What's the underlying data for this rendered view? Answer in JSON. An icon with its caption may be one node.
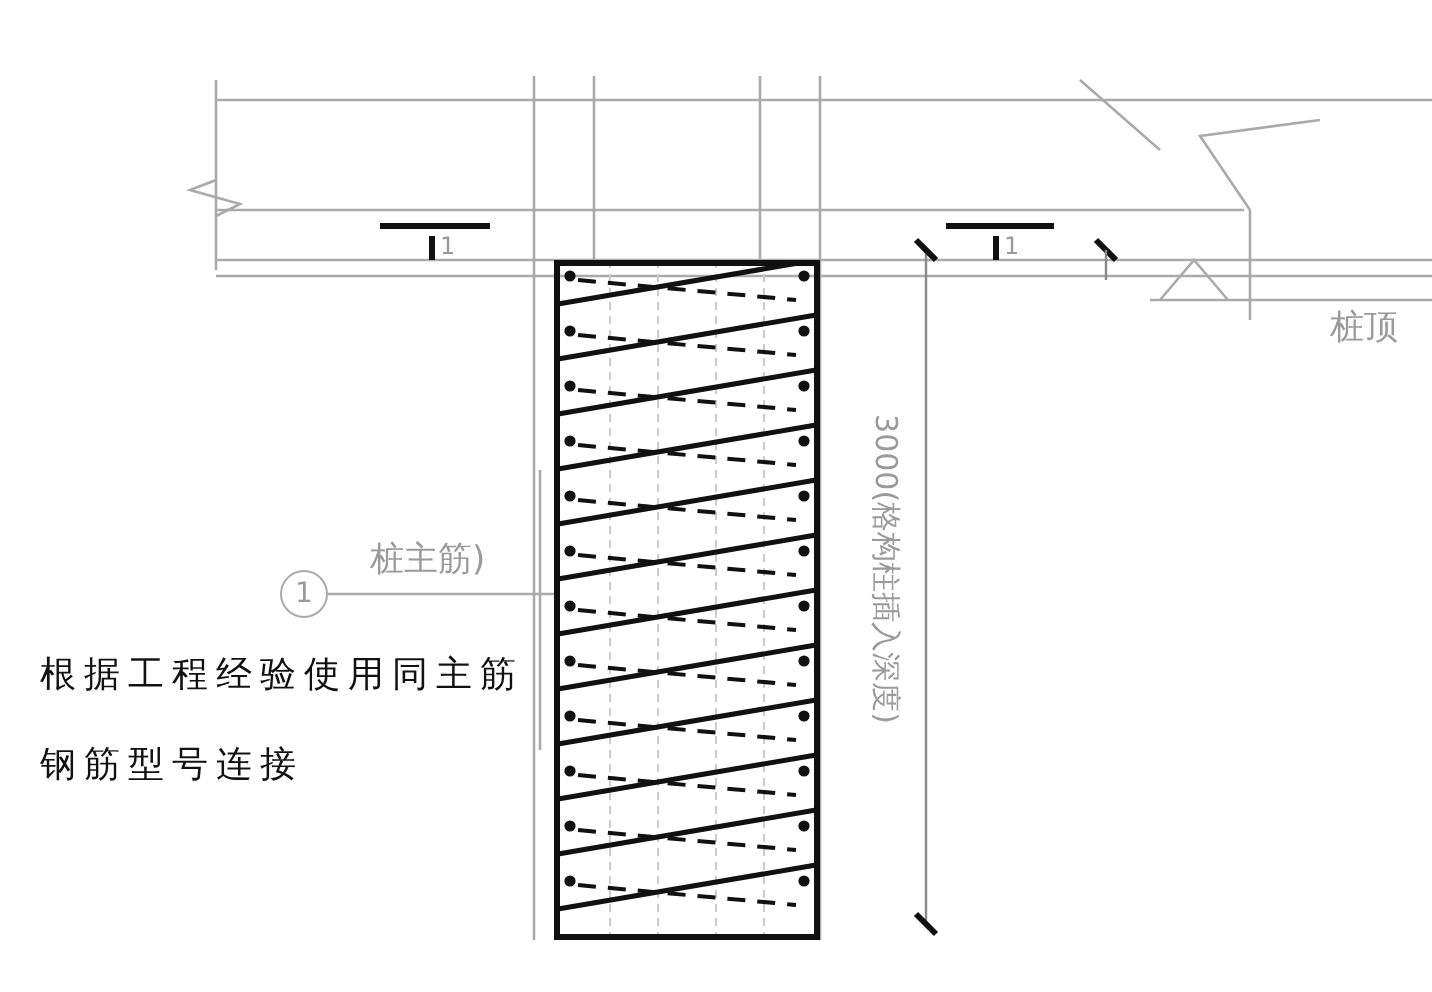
{
  "diagram": {
    "nodes": [
      {
        "text": [
          "1"
        ],
        "beside": [
          "桩主筋)"
        ]
      },
      {
        "text": [],
        "shape": "picture"
      }
    ],
    "edges": [
      {
        "from": 0,
        "to": 1,
        "arrow": "none"
      }
    ],
    "labels": [
      "1",
      "1",
      "桩顶",
      "3000(格构柱插入深度)",
      "根据工程经验使用同主筋钢筋型号连接"
    ]
  }
}
